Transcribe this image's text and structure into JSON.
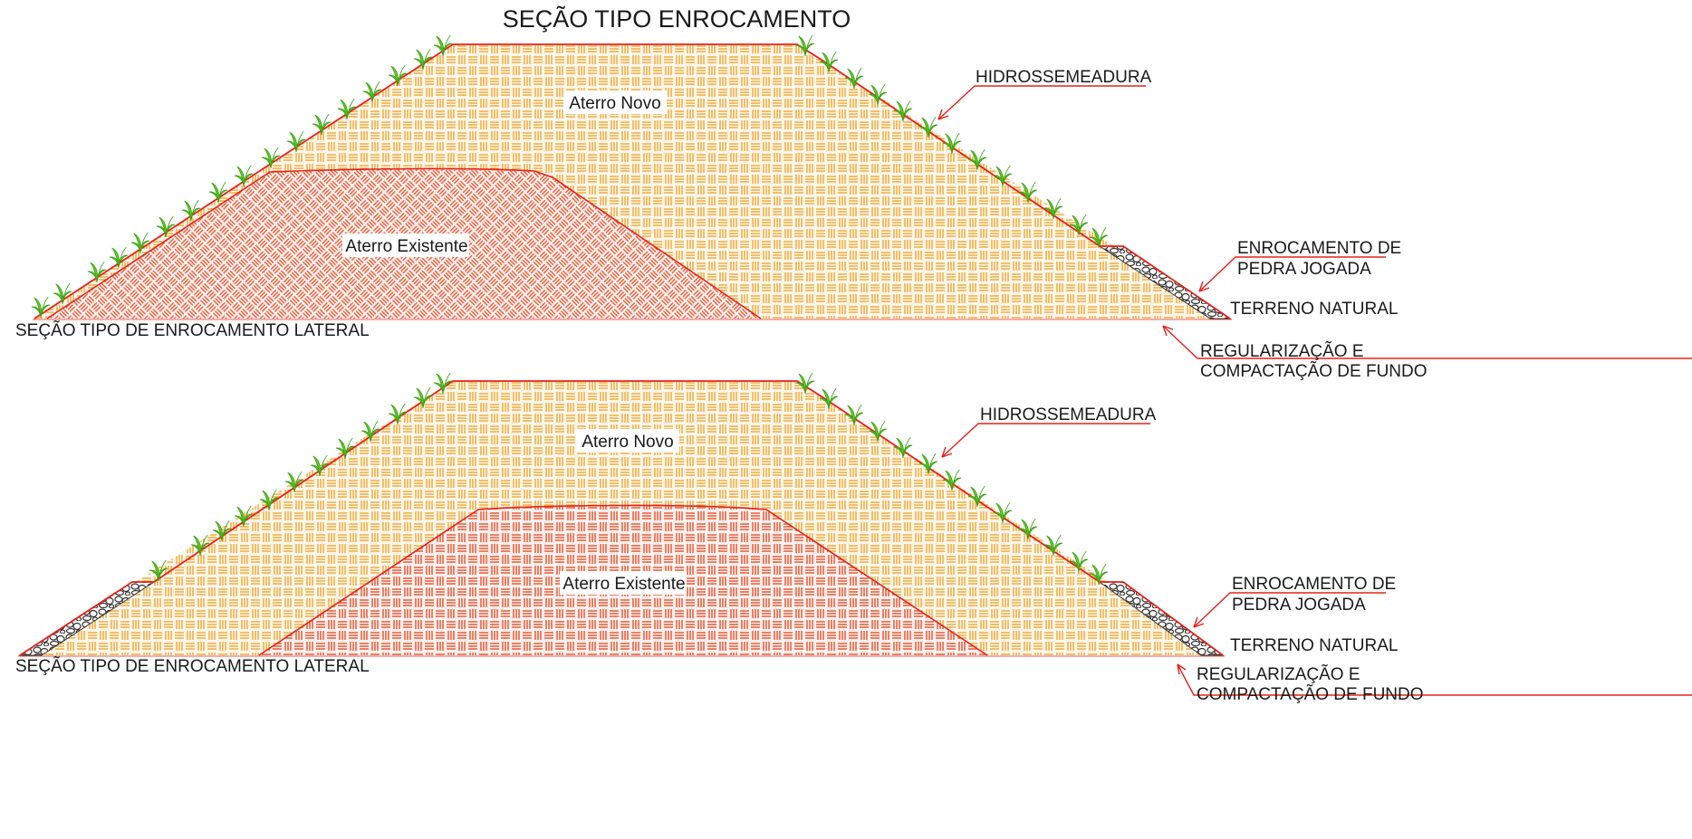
{
  "title": "SEÇÃO TIPO ENROCAMENTO",
  "sections": [
    {
      "caption": "SEÇÃO TIPO DE ENROCAMENTO LATERAL",
      "fill_new_label": "Aterro Novo",
      "fill_existing_label": "Aterro Existente",
      "callouts": {
        "hydroseeding": "HIDROSSEMEADURA",
        "riprap_line1": "ENROCAMENTO DE",
        "riprap_line2": "PEDRA JOGADA",
        "natural_ground": "TERRENO NATURAL",
        "regularization_line1": "REGULARIZAÇÃO E",
        "regularization_line2": "COMPACTAÇÃO DE FUNDO"
      }
    },
    {
      "caption": "SEÇÃO TIPO DE ENROCAMENTO LATERAL",
      "fill_new_label": "Aterro Novo",
      "fill_existing_label": "Aterro Existente",
      "callouts": {
        "hydroseeding": "HIDROSSEMEADURA",
        "riprap_line1": "ENROCAMENTO DE",
        "riprap_line2": "PEDRA JOGADA",
        "natural_ground": "TERRENO NATURAL",
        "regularization_line1": "REGULARIZAÇÃO E",
        "regularization_line2": "COMPACTAÇÃO DE FUNDO"
      }
    }
  ],
  "colors": {
    "new_fill_hatch": "#f0a830",
    "existing_fill_hatch": "#e8502a",
    "outline": "#e8201a",
    "vegetation": "#55cc22",
    "riprap": "#333333",
    "leader": "#e8201a",
    "text": "#1a1a1a"
  }
}
